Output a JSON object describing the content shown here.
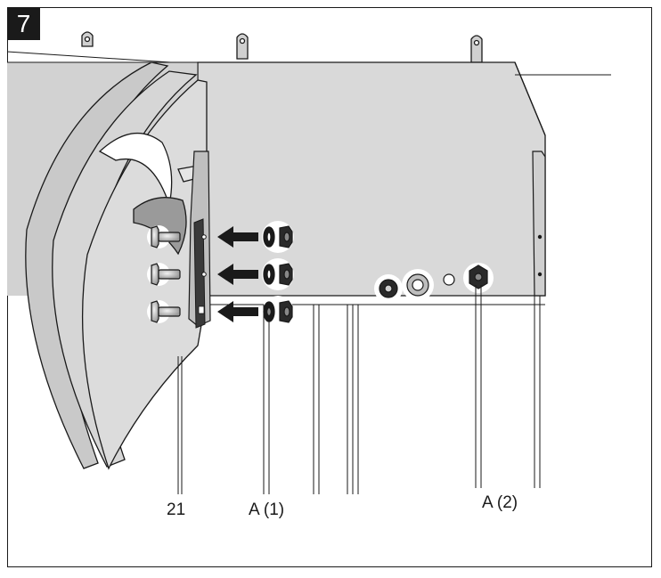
{
  "figure": {
    "step_number": "7",
    "callouts": {
      "part_21": "21",
      "a1": "A (1)",
      "a2": "A (2)"
    }
  },
  "colors": {
    "outline": "#1a1a1a",
    "panel_light": "#d9d9d9",
    "panel_mid": "#c7c7c7",
    "panel_dark": "#9a9a9a",
    "bracket": "#3a3a3a"
  }
}
